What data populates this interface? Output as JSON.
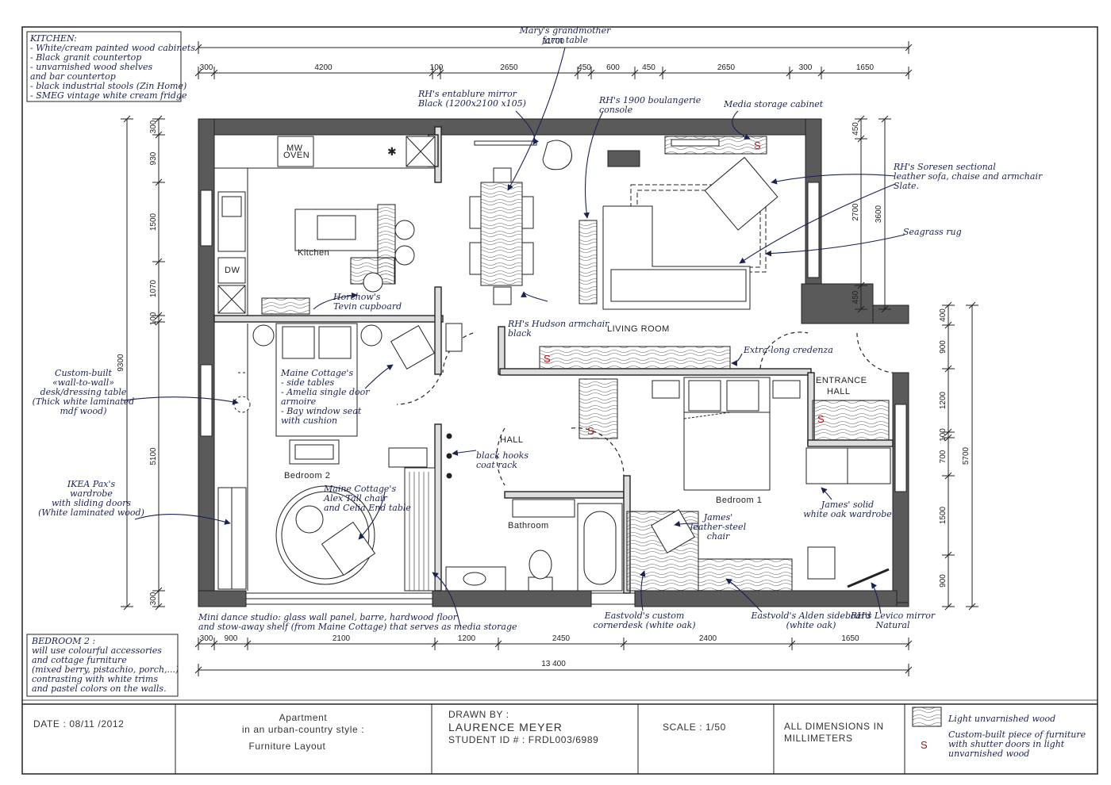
{
  "notes": {
    "kitchen": [
      "KITCHEN:",
      "- White/cream painted wood cabinets",
      "- Black granit countertop",
      "- unvarnished wood shelves",
      "and bar countertop",
      "- black industrial stools (Zin Home)",
      "- SMEG vintage white cream fridge"
    ],
    "bedroom2": [
      "BEDROOM 2 :",
      "will use colourful accessories",
      "and cottage furniture",
      "(mixed berry, pistachio, porch,...)",
      "contrasting with white trims",
      "and pastel colors on the walls."
    ]
  },
  "rooms": {
    "kitchen": "Kitchen",
    "living": "LIVING ROOM",
    "bedroom2": "Bedroom 2",
    "bedroom1": "Bedroom 1",
    "hall": "HALL",
    "bathroom": "Bathroom",
    "entrance1": "ENTRANCE",
    "entrance2": "HALL"
  },
  "fixtures": {
    "mw1": "MW",
    "mw2": "OVEN",
    "dw": "DW",
    "s": "S"
  },
  "dims": {
    "top_total": "11700",
    "top": [
      "300",
      "4200",
      "100",
      "2650",
      "450",
      "600",
      "450",
      "2650",
      "300",
      "1650"
    ],
    "left_total": "9300",
    "left": [
      "300",
      "930",
      "1500",
      "1070",
      "100",
      "5100",
      "300"
    ],
    "bottom_total": "13 400",
    "bottom": [
      "300",
      "900",
      "2100",
      "1200",
      "2450",
      "2400",
      "1650"
    ],
    "right1_total": "3600",
    "right1": [
      "450",
      "2700",
      "450"
    ],
    "right2_total": "5700",
    "right2": [
      "400",
      "900",
      "1200",
      "100",
      "700",
      "1500",
      "900"
    ]
  },
  "annotations": {
    "farm_table": [
      "Mary's grandmother",
      "farm table"
    ],
    "mirror": [
      "RH's entablure mirror",
      "Black (1200x2100 x105)"
    ],
    "console": [
      "RH's 1900 boulangerie",
      "console"
    ],
    "media": [
      "Media storage cabinet"
    ],
    "sofa": [
      "RH's Soresen sectional",
      "leather sofa, chaise and armchair",
      "Slate."
    ],
    "rug": [
      "Seagrass rug"
    ],
    "horchow": [
      "Horchow's",
      "Tevin cupboard"
    ],
    "hudson": [
      "RH's Hudson armchair",
      "black"
    ],
    "credenza": [
      "Extra-long credenza"
    ],
    "maine1": [
      "Maine Cottage's",
      "- side tables",
      "- Amelia single door",
      "armoire",
      "- Bay window seat",
      "with cushion"
    ],
    "desk": [
      "Custom-built",
      "«wall-to-wall»",
      "desk/dressing table",
      "(Thick white laminated",
      "mdf wood)"
    ],
    "hooks": [
      "black hooks",
      "coat rack"
    ],
    "maine2": [
      "Maine Cottage's",
      "Alex Tall chair",
      "and Celia End table"
    ],
    "ikea": [
      "IKEA Pax's",
      "wardrobe",
      "with sliding doors",
      "(White laminated wood)"
    ],
    "james_chair": [
      "James'",
      "leather-steel",
      "chair"
    ],
    "james_wardrobe": [
      "James' solid",
      "white oak wardrobe"
    ],
    "dance": [
      "Mini dance studio: glass wall panel, barre, hardwood floor",
      "and stow-away shelf (from Maine Cottage) that serves as media storage"
    ],
    "corner_desk": [
      "Eastvold's custom",
      "cornerdesk (white oak)"
    ],
    "sideboard": [
      "Eastvold's Alden sideboard",
      "(white oak)"
    ],
    "levico": [
      "RH's Levico mirror",
      "Natural"
    ]
  },
  "title_block": {
    "date": "DATE : 08/11 /2012",
    "title1": "Apartment",
    "title2": "in an urban-country style :",
    "title3": "Furniture Layout",
    "drawn": "DRAWN BY :",
    "author": "LAURENCE MEYER",
    "student": "STUDENT ID # : FRDL003/6989",
    "scale": "SCALE : 1/50",
    "dims1": "ALL DIMENSIONS IN",
    "dims2": "MILLIMETERS",
    "legend1": "Light unvarnished wood",
    "legend_s": "S",
    "legend2": [
      "Custom-built piece of furniture",
      "with shutter doors in light",
      "unvarnished wood"
    ]
  },
  "colors": {
    "wall": "#5a5a5a",
    "ink": "#222222",
    "note": "#1c2250",
    "s": "#b01010"
  }
}
